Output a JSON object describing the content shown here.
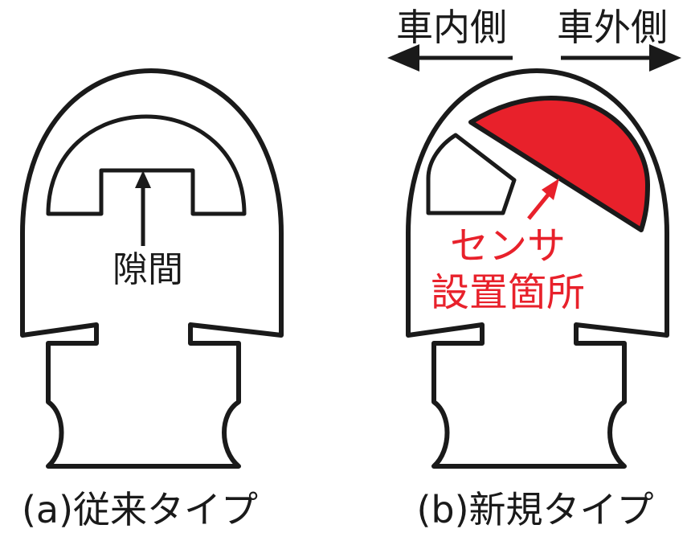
{
  "colors": {
    "outline": "#1a1a1a",
    "sensor": "#e8212b",
    "background": "#ffffff"
  },
  "direction": {
    "inner": "車内側",
    "outer": "車外側"
  },
  "conventional": {
    "gap_label": "隙間",
    "caption": "(a)従来タイプ"
  },
  "new_type": {
    "sensor_label_line1": "センサ",
    "sensor_label_line2": "設置箇所",
    "caption": "(b)新規タイプ"
  }
}
